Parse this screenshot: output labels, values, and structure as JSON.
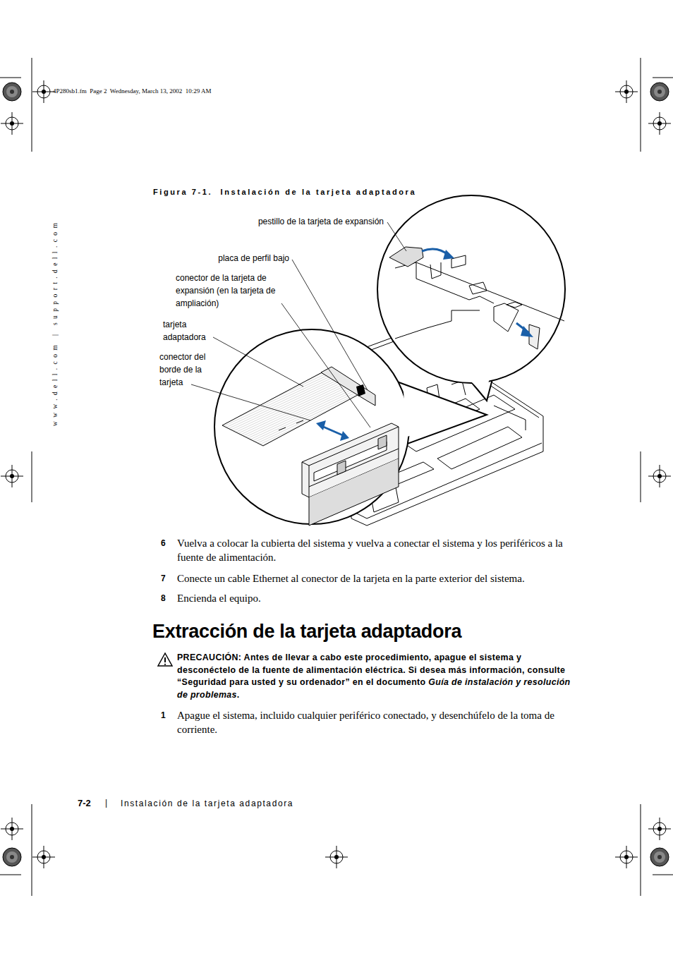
{
  "diagram": {
    "title": "Extracción de la tarjeta adaptadora",
    "caption": "Figura 7-1.  Instalación de la tarjeta adaptadora",
    "labels": [
      "4P280sb1.fm  Page 2  Wednesday, March 13, 2002  10:29 AM",
      "www.dell.com | support.dell.com",
      "pestillo de la tarjeta de expansión",
      "placa de perfil bajo",
      "conector de la tarjeta de expansión (en la tarjeta de ampliación)",
      "tarjeta adaptadora",
      "conector del borde de la tarjeta",
      "6",
      "Vuelva a colocar la cubierta del sistema  y vuelva a conectar el sistema y los periféricos a la fuente de alimentación.",
      "7",
      "Conecte un cable Ethernet al conector de la tarjeta en la parte exterior del sistema.",
      "8",
      "Encienda el equipo.",
      "PRECAUCIÓN: Antes de llevar a cabo este procedimiento, apague el sistema y desconéctelo de la fuente de alimentación eléctrica. Si desea más información, consulte “Seguridad para usted y su ordenador” en el documento",
      "Guía de instalación y resolución de problemas",
      ".",
      "1",
      "Apague el sistema, incluido cualquier periférico conectado, y desenchúfelo de la toma de corriente.",
      "7-2",
      "|",
      "Instalación de la tarjeta adaptadora"
    ]
  }
}
